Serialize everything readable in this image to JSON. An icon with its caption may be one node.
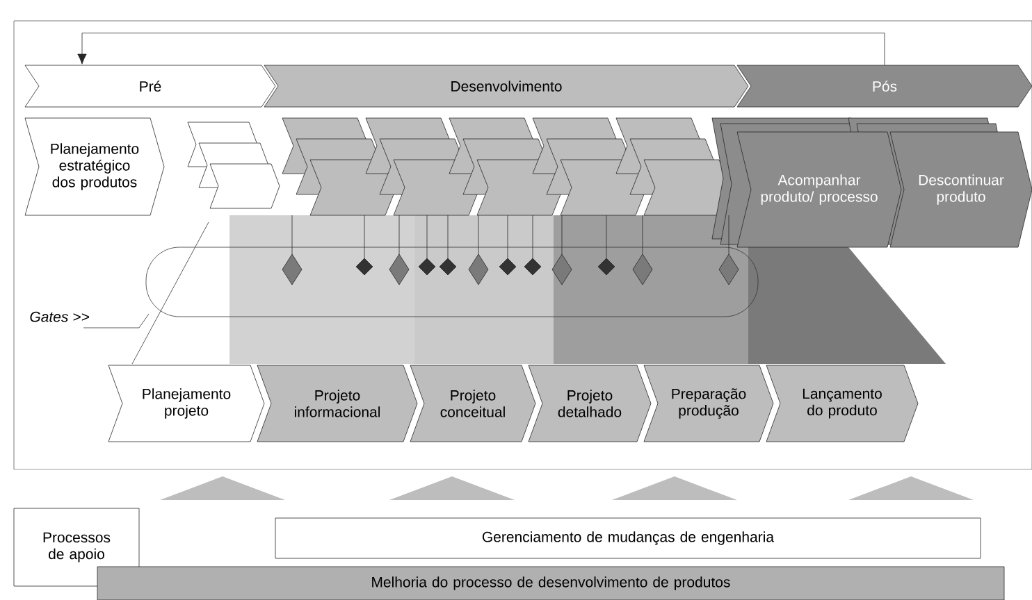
{
  "diagram": {
    "nodes": [
      {
        "text": [
          "Pré"
        ]
      },
      {
        "text": [
          "Desenvolvimento"
        ]
      },
      {
        "text": [
          "Pós"
        ]
      },
      {
        "text": [
          "Planejamento estratégico dos produtos"
        ]
      },
      {
        "text": [
          "Acompanhar produto/ processo"
        ]
      },
      {
        "text": [
          "Descontinuar produto"
        ]
      },
      {
        "text": [
          "Planejamento projeto"
        ]
      },
      {
        "text": [
          "Projeto informacional"
        ]
      },
      {
        "text": [
          "Projeto conceitual"
        ]
      },
      {
        "text": [
          "Projeto detalhado"
        ]
      },
      {
        "text": [
          "Preparação produção"
        ]
      },
      {
        "text": [
          "Lançamento do produto"
        ]
      },
      {
        "text": [
          "Processos de apoio"
        ]
      },
      {
        "text": [
          "Gerenciamento de mudanças de engenharia"
        ]
      },
      {
        "text": [
          "Melhoria do processo de desenvolvimento de produtos"
        ]
      }
    ],
    "edges": [
      {
        "from": 2,
        "to": 0,
        "arrow": "to"
      }
    ],
    "labels": [
      "Gates >>"
    ]
  }
}
